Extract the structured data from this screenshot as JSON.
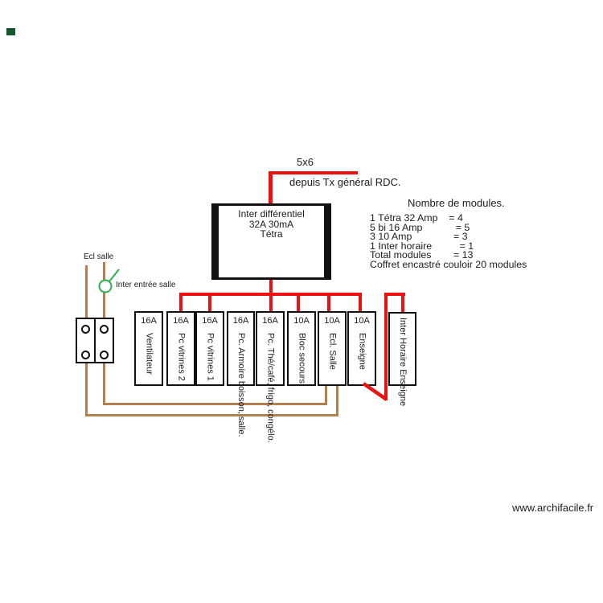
{
  "colors": {
    "live_wire": "#ee1111",
    "neutral_wire": "#b08050",
    "switch_green": "#2fae52",
    "marker_green": "#15562b"
  },
  "supply": {
    "cable_label": "5x6",
    "source_label": "depuis Tx général RDC."
  },
  "main_switch": {
    "title": "Inter différentiel",
    "rating": "32A 30mA",
    "type": "Tétra"
  },
  "module_notes": {
    "title": "Nombre de modules.",
    "lines": [
      "1 Tétra 32 Amp    = 4",
      "5 bi 16 Amp            = 5",
      "3 10 Amp               = 3",
      "1 Inter horaire          = 1",
      "Total modules        = 13",
      "Coffret encastré couloir 20 modules"
    ]
  },
  "room_circuit": {
    "light_label": "Ecl salle",
    "switch_label": "Inter entrée salle"
  },
  "breakers": [
    {
      "amp": "16A",
      "label": "Ventilateur"
    },
    {
      "amp": "16A",
      "label": "Pc vitrines 2"
    },
    {
      "amp": "16A",
      "label": "Pc vitrines 1"
    },
    {
      "amp": "16A",
      "label": "Pc. Armoire boisson, salle."
    },
    {
      "amp": "16A",
      "label": "Pc. Thé/café, frigo, congélo."
    },
    {
      "amp": "10A",
      "label": "Bloc secours"
    },
    {
      "amp": "10A",
      "label": "Ecl. Salle"
    },
    {
      "amp": "10A",
      "label": "Enseigne"
    }
  ],
  "timer_switch": {
    "label": "Inter Horaire Enseigne"
  },
  "footer": {
    "credit": "www.archifacile.fr"
  }
}
